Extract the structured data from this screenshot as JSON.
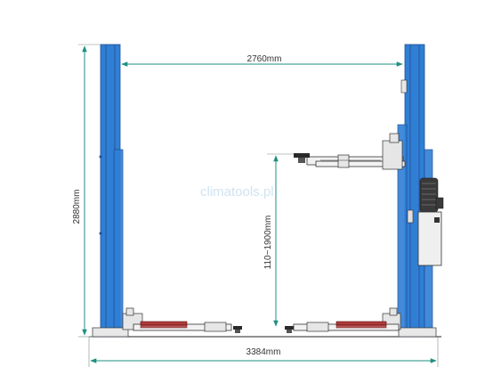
{
  "dimensions": {
    "width_between_columns": "2760mm",
    "overall_height": "2880mm",
    "lift_height_range": "110~1900mm",
    "overall_width": "3384mm"
  },
  "watermark": "climatools.pl",
  "colors": {
    "column": "#2f7fd6",
    "column_edge": "#1d4f93",
    "dimension_line": "#1f8f82",
    "lift_pad": "#b03a3a"
  }
}
